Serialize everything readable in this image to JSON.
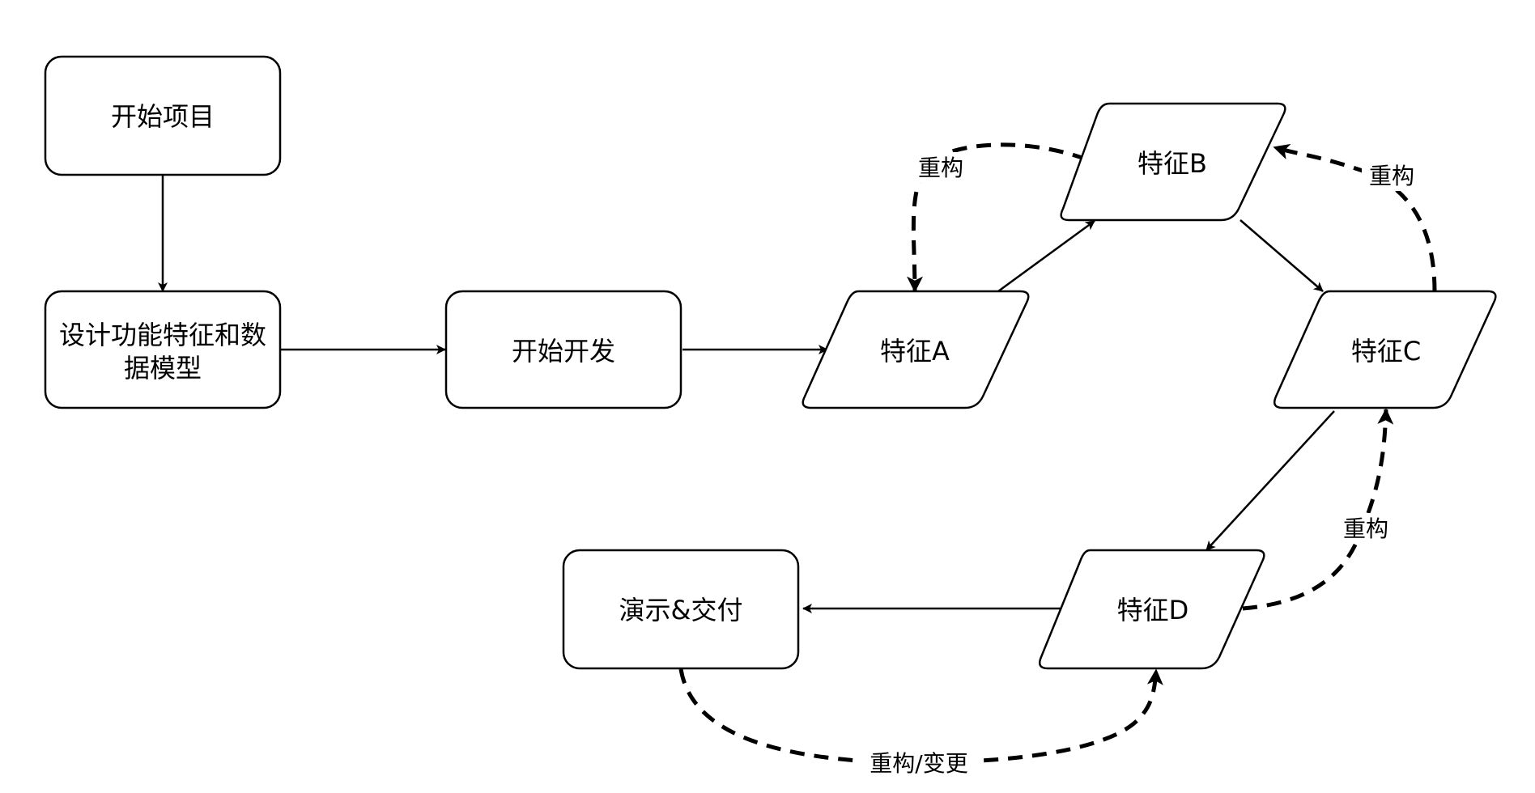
{
  "diagram": {
    "nodes": {
      "start_project": "开始项目",
      "design_line1": "设计功能特征和数",
      "design_line2": "据模型",
      "start_dev": "开始开发",
      "feature_a": "特征A",
      "feature_b": "特征B",
      "feature_c": "特征C",
      "feature_d": "特征D",
      "demo_delivery": "演示&交付"
    },
    "edge_labels": {
      "refactor_ab": "重构",
      "refactor_cb": "重构",
      "refactor_dc": "重构",
      "refactor_change": "重构/变更"
    }
  }
}
